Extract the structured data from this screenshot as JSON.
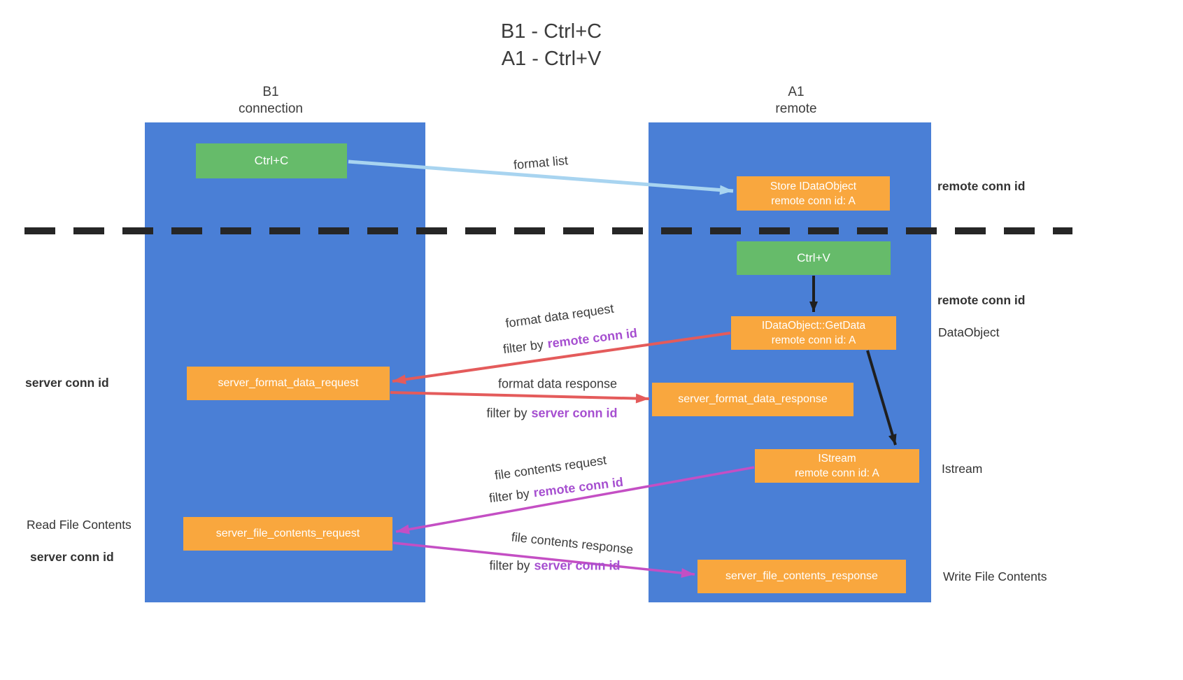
{
  "title": {
    "line1": "B1 - Ctrl+C",
    "line2": "A1 - Ctrl+V"
  },
  "lanes": {
    "left": {
      "name": "B1",
      "subtitle": "connection"
    },
    "right": {
      "name": "A1",
      "subtitle": "remote"
    }
  },
  "nodes": {
    "ctrl_c": {
      "label": "Ctrl+C"
    },
    "store_idataobject": {
      "line1": "Store IDataObject",
      "line2": "remote conn id: A"
    },
    "ctrl_v": {
      "label": "Ctrl+V"
    },
    "idataobject_getdata": {
      "line1": "IDataObject::GetData",
      "line2": "remote conn id: A"
    },
    "server_format_data_request": {
      "label": "server_format_data_request"
    },
    "server_format_data_response": {
      "label": "server_format_data_response"
    },
    "istream": {
      "line1": "IStream",
      "line2": "remote conn id: A"
    },
    "server_file_contents_request": {
      "label": "server_file_contents_request"
    },
    "server_file_contents_response": {
      "label": "server_file_contents_response"
    }
  },
  "edge_labels": {
    "format_list": "format list",
    "format_data_request": "format data request",
    "format_data_response": "format data response",
    "file_contents_request": "file contents request",
    "file_contents_response": "file contents response",
    "filter_by": "filter by",
    "remote_conn_id": "remote conn id",
    "server_conn_id": "server conn id"
  },
  "annotations": {
    "remote_conn_id_store": "remote conn id",
    "remote_conn_id_getdata": "remote conn id",
    "dataobject": "DataObject",
    "istream": "Istream",
    "write_file_contents": "Write File Contents",
    "server_conn_id_format": "server conn id",
    "read_file_contents": "Read File Contents",
    "server_conn_id_file": "server conn id"
  },
  "colors": {
    "lane_blue": "#4A7FD6",
    "box_green": "#66BB6A",
    "box_orange": "#F9A73E",
    "text_purple": "#A64FD0",
    "text_green": "#58B558",
    "arrow_red": "#E45B5B",
    "arrow_magenta": "#C44FC4",
    "arrow_light_blue": "#A8D4F0",
    "arrow_black": "#1F1F1F",
    "divider_black": "#262626"
  }
}
